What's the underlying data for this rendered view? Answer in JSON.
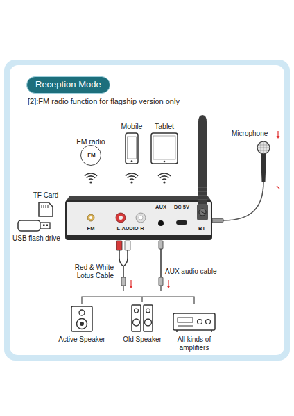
{
  "diagram": {
    "title": "Reception Mode",
    "nodes": [
      {
        "text": [
          "FM"
        ]
      },
      {
        "text": [
          "FM",
          "L-AUDIO-R",
          "AUX",
          "DC 5V",
          "BT"
        ]
      }
    ],
    "labels": [
      "[2]:FM radio function for flagship version only",
      "FM radio",
      "Mobile",
      "Tablet",
      "Microphone",
      "TF Card",
      "USB flash drive",
      "Red & White Lotus Cable",
      "AUX audio cable",
      "Active Speaker",
      "Old Speaker",
      "All kinds of amplifiers"
    ]
  }
}
